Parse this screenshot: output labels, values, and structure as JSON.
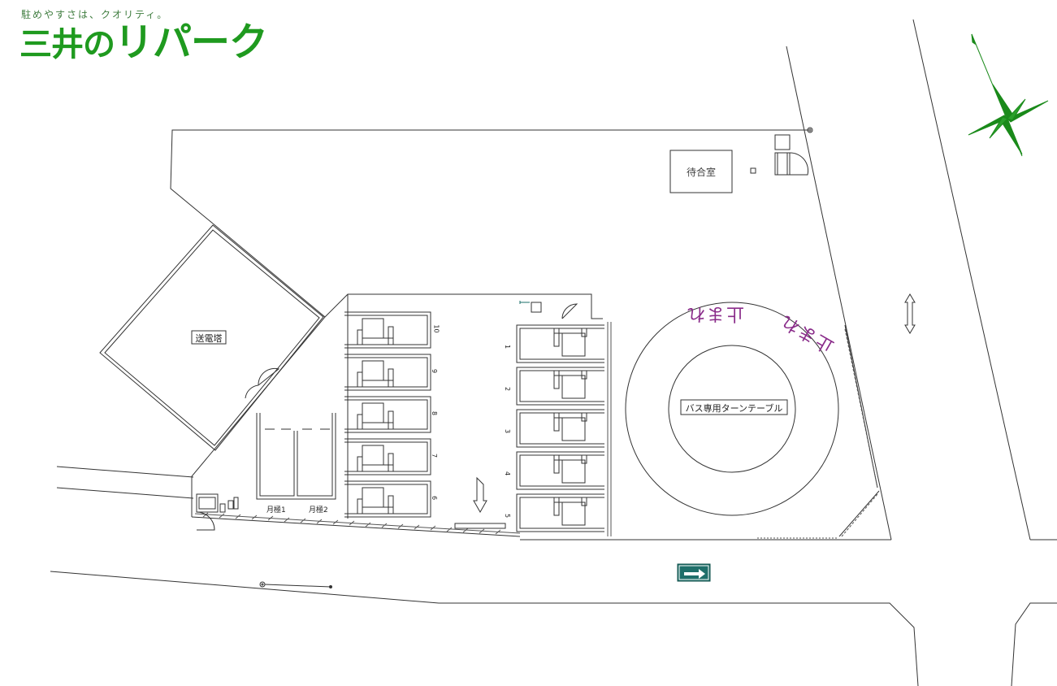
{
  "logo": {
    "tagline": "駐めやすさは、クオリティ。",
    "name_prefix": "三井の",
    "name_main": "リパーク"
  },
  "labels": {
    "waiting_room": "待合室",
    "transmission_tower": "送電塔",
    "turntable": "バス専用ターンテーブル",
    "monthly_1": "月極1",
    "monthly_2": "月極2",
    "stop_sign": "止まれ",
    "stop_sign_left": "止まれ"
  },
  "parking_right": [
    "1",
    "2",
    "3",
    "4",
    "5"
  ],
  "parking_left": [
    "10",
    "9",
    "8",
    "7",
    "6"
  ],
  "colors": {
    "line": "#333333",
    "logo_green": "#1f9a1f",
    "compass_green": "#1a8a1a",
    "stop_text": "#8a2c8a",
    "arrow_sign": "#1f6f6a"
  }
}
